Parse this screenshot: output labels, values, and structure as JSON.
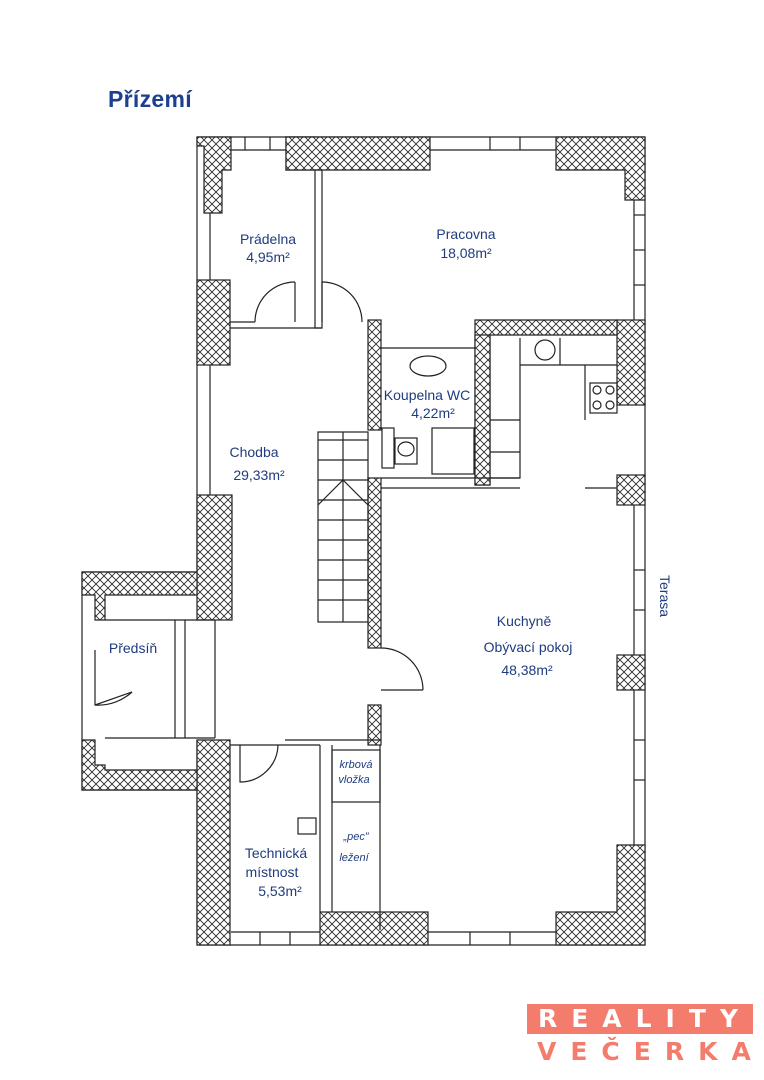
{
  "title": "Přízemí",
  "rooms": {
    "pradelna": {
      "name": "Prádelna",
      "area": "4,95m²"
    },
    "pracovna": {
      "name": "Pracovna",
      "area": "18,08m²"
    },
    "koupelna": {
      "name": "Koupelna WC",
      "area": "4,22m²"
    },
    "chodba": {
      "name": "Chodba",
      "area": "29,33m²"
    },
    "kuchyne": {
      "name": "Kuchyně",
      "name2": "Obývací pokoj",
      "area": "48,38m²"
    },
    "predsin": {
      "name": "Předsíň"
    },
    "technicka": {
      "name": "Technická",
      "name2": "místnost",
      "area": "5,53m²"
    }
  },
  "annotations": {
    "krbova": "krbová",
    "vlozka": "vložka",
    "pec": "„pec”",
    "lezeni": "ležení",
    "terasa": "Terasa"
  },
  "logo": {
    "line1": "REALITY",
    "line2": "VEČERKA"
  },
  "colors": {
    "wall": "#000000",
    "label": "#1f3c7f",
    "title": "#1d3f8f",
    "logo": "#f47c6c"
  }
}
